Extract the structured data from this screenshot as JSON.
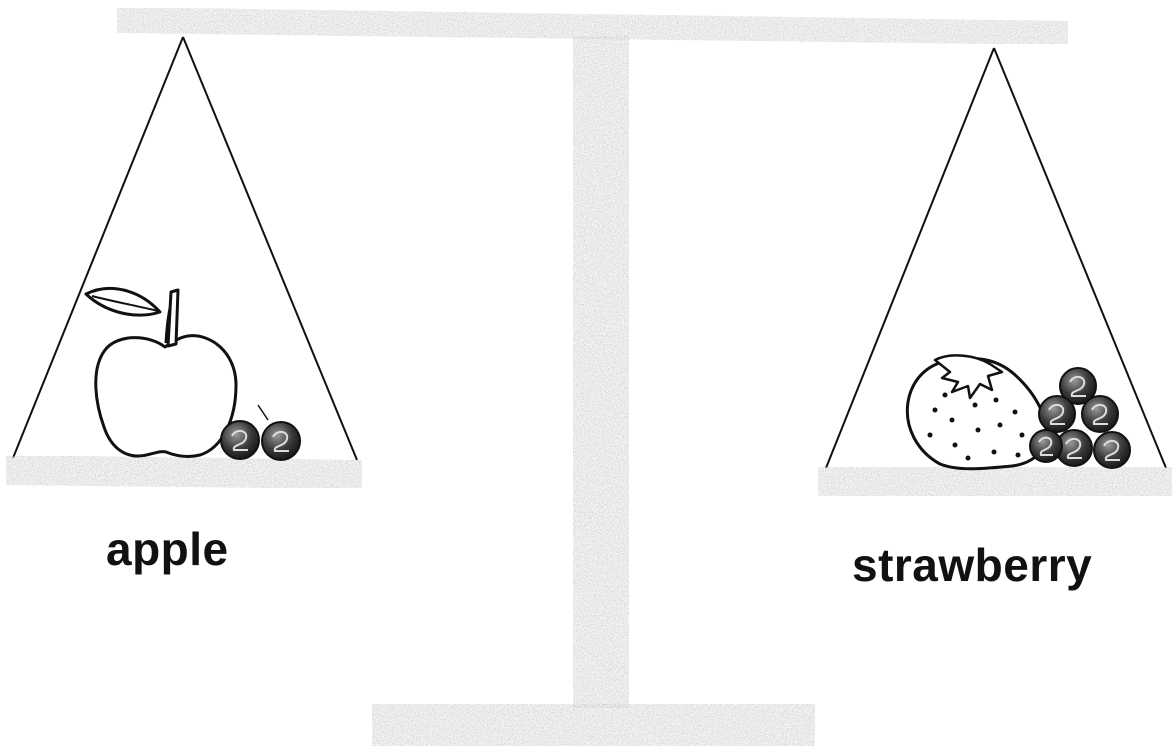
{
  "scale": {
    "left_pan": {
      "label": "apple",
      "fruit": "apple-icon",
      "weights": 2
    },
    "right_pan": {
      "label": "strawberry",
      "fruit": "strawberry-icon",
      "weights": 6
    }
  },
  "colors": {
    "ink": "#111111",
    "metal": "#8a8a8a",
    "background": "#ffffff"
  }
}
